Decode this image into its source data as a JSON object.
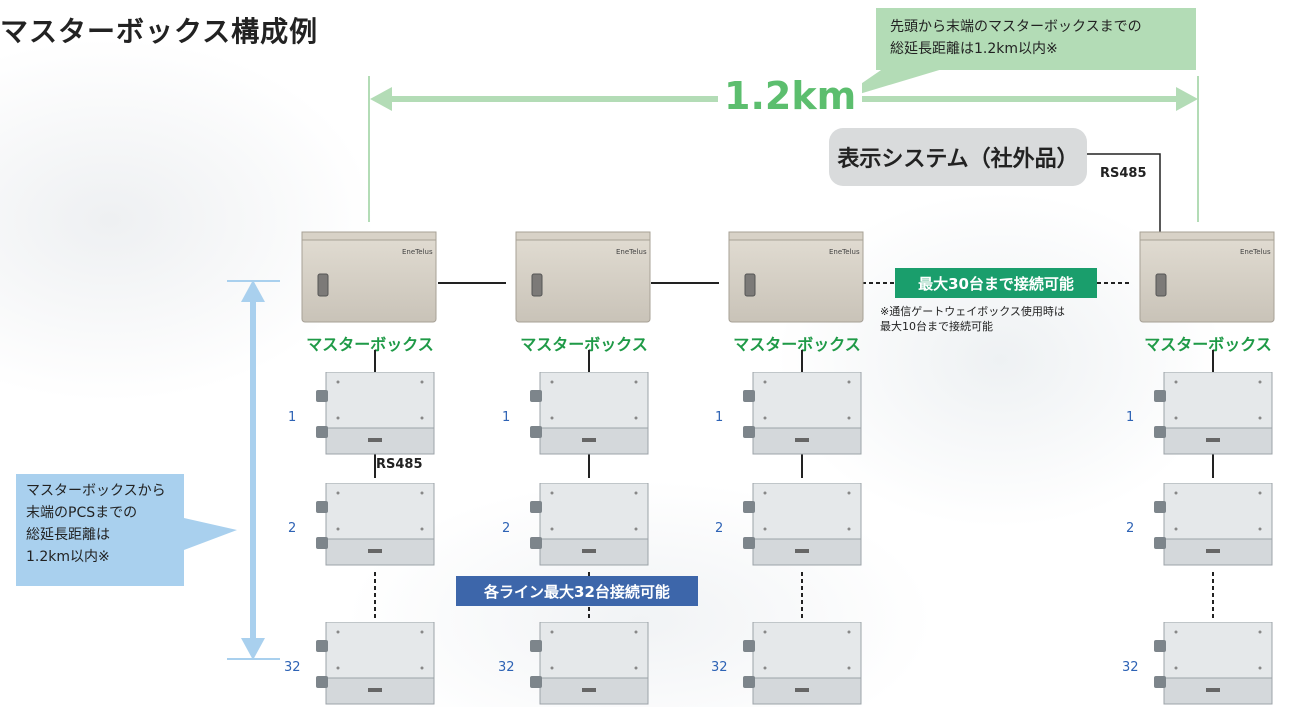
{
  "title": "マスターボックス構成例",
  "distance_label": "1.2km",
  "callout_top": [
    "先頭から末端のマスターボックスまでの",
    "総延長距離は1.2km以内※"
  ],
  "callout_left": [
    "マスターボックスから",
    "末端のPCSまでの",
    "総延長距離は",
    "1.2km以内※"
  ],
  "display_system": "表示システム（社外品）",
  "rs485": "RS485",
  "master_box_label": "マスターボックス",
  "brand": "EneTelus",
  "pcs_numbers": [
    "1",
    "2",
    "32"
  ],
  "max_master": "最大30台まで接続可能",
  "note": [
    "※通信ゲートウェイボックス使用時は",
    "最大10台まで接続可能"
  ],
  "max_line": "各ライン最大32台接続可能",
  "colors": {
    "green_text": "#1f9a47",
    "green_arrow": "#b3dcb6",
    "blue_arrow": "#a9d0ee",
    "badge_green": "#1a9e6c",
    "badge_blue": "#3d66aa",
    "number_blue": "#2e63b5"
  }
}
